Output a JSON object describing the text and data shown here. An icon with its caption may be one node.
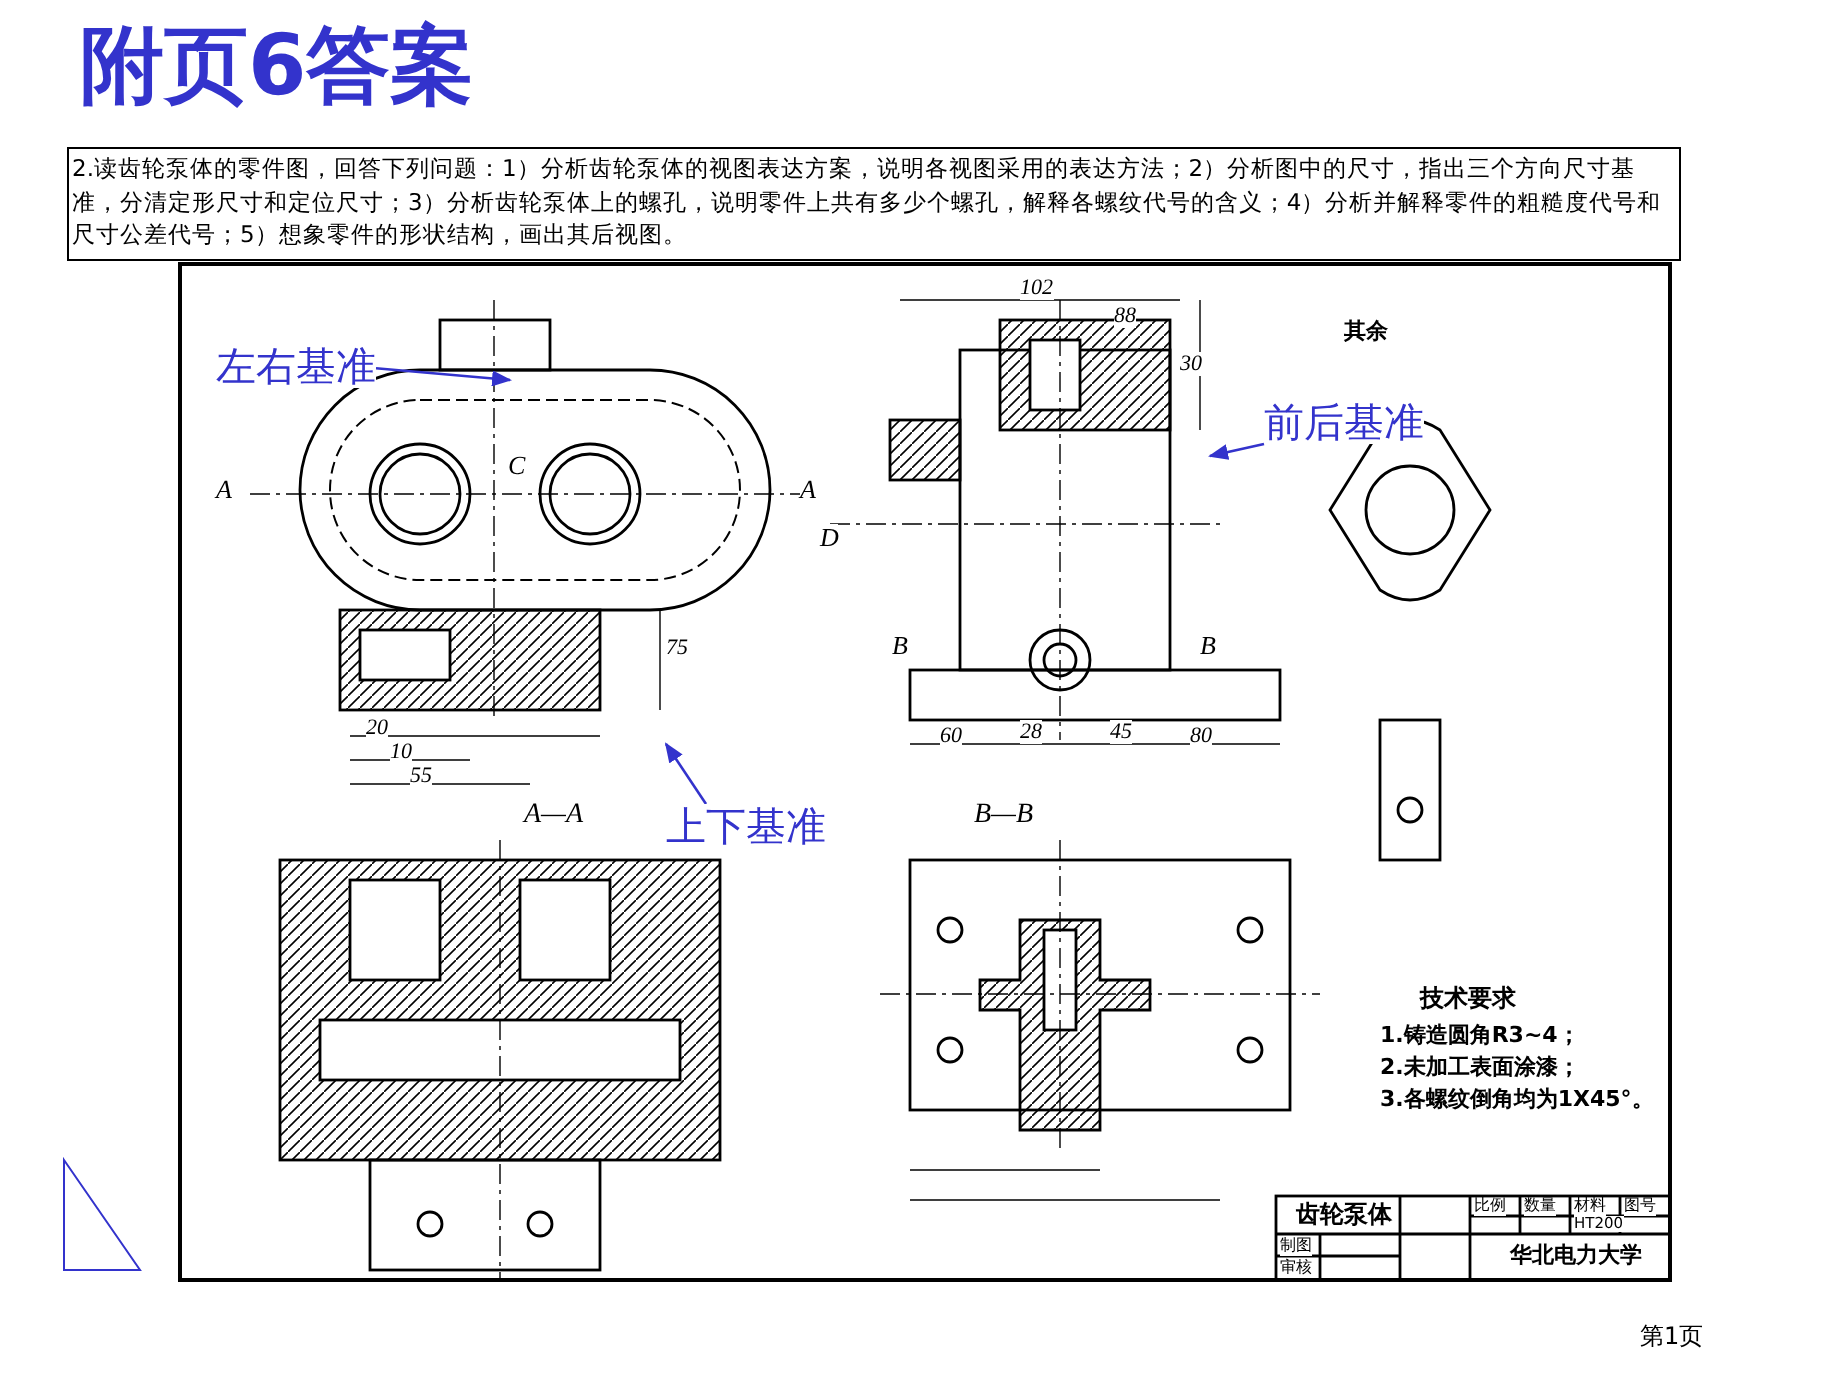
{
  "diagram": {
    "title": "附页6答案",
    "nodes": [
      {
        "text": [
          "左右基准"
        ]
      },
      {
        "text": [
          "前后基准"
        ]
      },
      {
        "text": [
          "上下基准"
        ]
      }
    ],
    "edges": [
      {
        "from": 0,
        "to": null,
        "arrow": "to"
      },
      {
        "from": 1,
        "to": null,
        "arrow": "to"
      },
      {
        "from": 2,
        "to": null,
        "arrow": "to"
      }
    ],
    "labels": [
      "2.读齿轮泵体的零件图，回答下列问题：1）分析齿轮泵体的视图表达方案，说明各视图采用的表达方法；2）分析图中的尺寸，指出三个方向尺寸基准，分清定形尺寸和定位尺寸；3）分析齿轮泵体上的螺孔，说明零件上共有多少个螺孔，解释各螺纹代号的含义；4）分析并解释零件的粗糙度代号和尺寸公差代号；5）想象零件的形状结构，画出其后视图。",
      "A",
      "A",
      "C",
      "D",
      "B",
      "B",
      "A—A",
      "B—B",
      "其余",
      "20",
      "10",
      "55",
      "75",
      "102",
      "88",
      "30",
      "60",
      "28",
      "45",
      "80",
      "技术要求",
      "1.铸造圆角R3~4；",
      "2.未加工表面涂漆；",
      "3.各螺纹倒角均为1X45°。",
      "齿轮泵体",
      "比例",
      "数量",
      "材料",
      "图号",
      "HT200",
      "制图",
      "审核",
      "华北电力大学",
      "第1页"
    ]
  }
}
